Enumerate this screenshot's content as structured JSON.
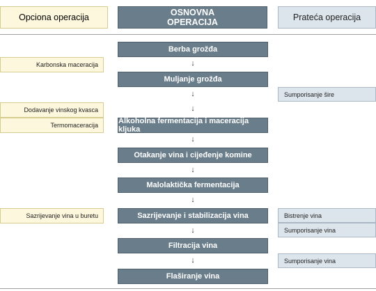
{
  "headers": {
    "optional": "Opciona operacija",
    "main_line1": "OSNOVNA",
    "main_line2": "OPERACIJA",
    "secondary": "Prateća operacija"
  },
  "steps": [
    "Berba grožđa",
    "Muljanje grožđa",
    "Alkoholna fermentacija i maceracija kljuka",
    "Otakanje vina i cijeđenje komine",
    "Malolaktička fermentacija",
    "Sazrijevanje i stabilizacija vina",
    "Filtracija vina",
    "Flaširanje vina"
  ],
  "optional_operations": [
    "Karbonska maceracija",
    "Dodavanje vinskog kvasca",
    "Termomaceracija",
    "Sazrijevanje vina u buretu"
  ],
  "secondary_operations": [
    "Sumporisanje šire",
    "Bistrenje vina",
    "Sumporisanje vina",
    "Sumporisanje vina"
  ],
  "arrow_symbol": "↓",
  "colors": {
    "optional_fill": "#fdf7dd",
    "main_fill": "#6a7d8b",
    "secondary_fill": "#dde5ec"
  }
}
